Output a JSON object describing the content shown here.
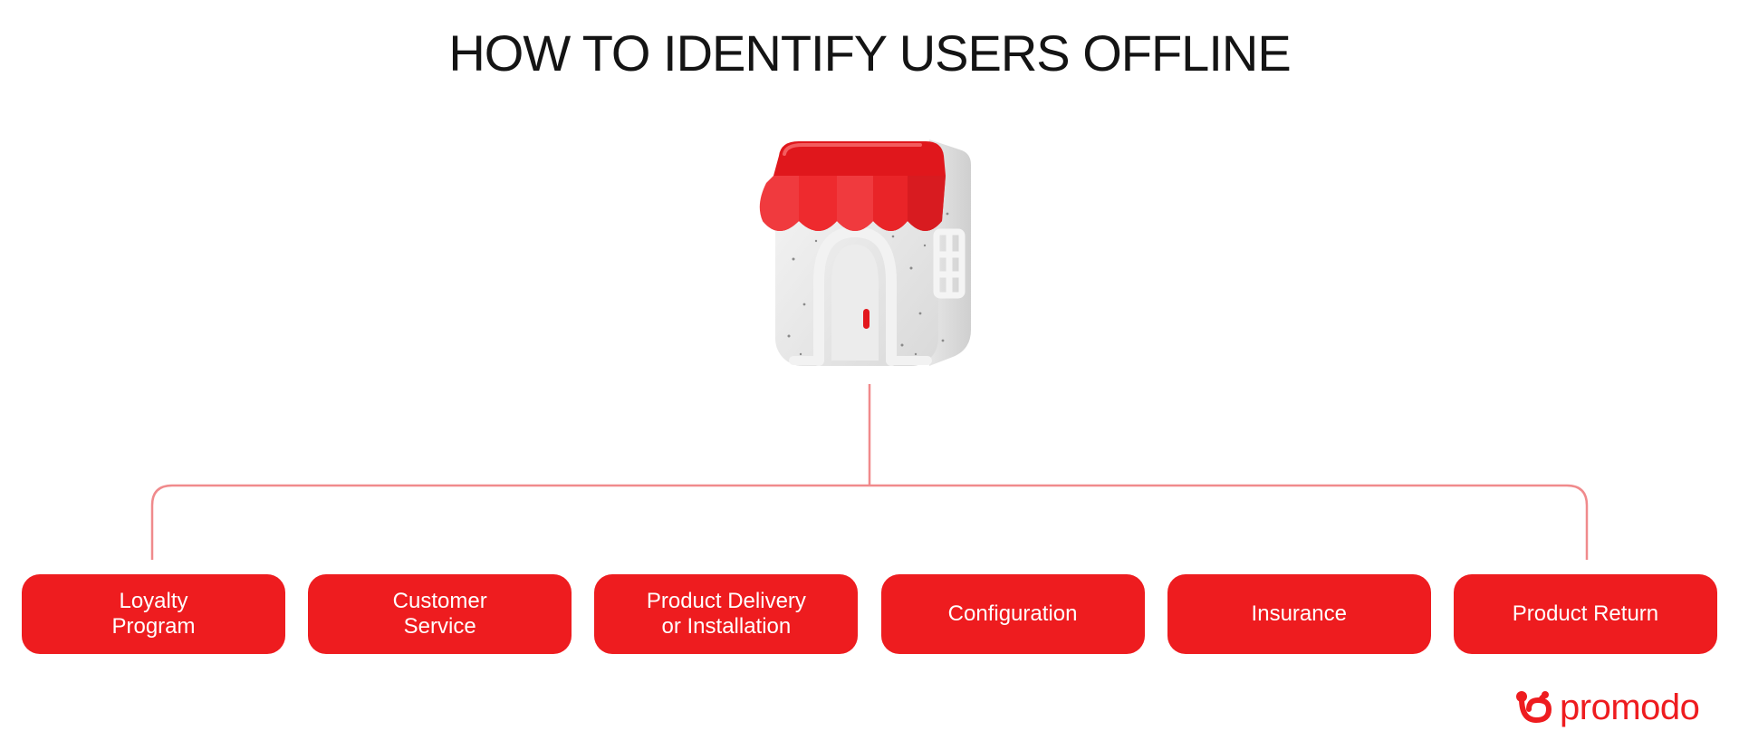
{
  "title": "HOW TO IDENTIFY USERS OFFLINE",
  "hub": {
    "icon": "storefront-icon"
  },
  "branches": [
    {
      "label": "Loyalty\nProgram"
    },
    {
      "label": "Customer\nService"
    },
    {
      "label": "Product Delivery\nor Installation"
    },
    {
      "label": "Configuration"
    },
    {
      "label": "Insurance"
    },
    {
      "label": "Product Return"
    }
  ],
  "brand": {
    "name": "promodo",
    "icon": "promodo-logo-icon"
  },
  "colors": {
    "accent": "#ee1c1f",
    "connector": "#f08a8c",
    "title": "#141414"
  }
}
